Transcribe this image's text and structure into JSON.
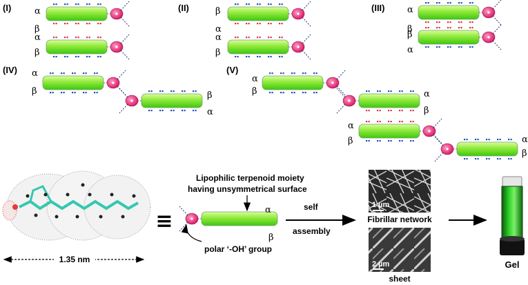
{
  "panels": {
    "I": "(I)",
    "II": "(II)",
    "III": "(III)",
    "IV": "(IV)",
    "V": "(V)"
  },
  "greek": {
    "alpha": "α",
    "beta": "β"
  },
  "bottom": {
    "molecule_scale": "1.35 nm",
    "equiv_symbol": "≡",
    "terpenoid_line1": "Lipophilic terpenoid moiety",
    "terpenoid_line2": "having  unsymmetrical surface",
    "oh_group": "polar ‘-OH’ group",
    "arrow_top": "self",
    "arrow_bottom": "assembly",
    "sem1_scale": "1 µm",
    "sem1_caption": "Fibrillar network",
    "sem2_scale": "2 µm",
    "sem2_caption": "sheet",
    "gel_caption": "Gel"
  },
  "colors": {
    "rod_top": "#b7f06a",
    "rod_bottom": "#3fd10f",
    "head": "#e8337a",
    "dots_blue": "#1f4fb8",
    "dots_red": "#e0303a",
    "gel_green": "#2fd12a"
  }
}
